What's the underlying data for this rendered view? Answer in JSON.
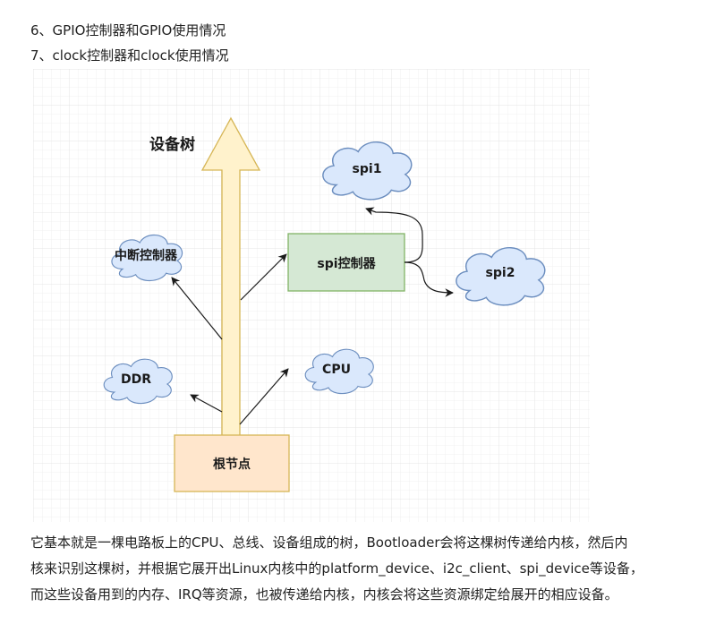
{
  "list": {
    "item6": "6、GPIO控制器和GPIO使用情况",
    "item7": "7、clock控制器和clock使用情况"
  },
  "diagram": {
    "title": "设备树",
    "root": "根节点",
    "spi_controller": "spi控制器",
    "nodes": {
      "spi1": "spi1",
      "spi2": "spi2",
      "interrupt_controller": "中断控制器",
      "ddr": "DDR",
      "cpu": "CPU"
    },
    "colors": {
      "cloud_fill": "#dae8fc",
      "cloud_stroke": "#6c8ebf",
      "arrow_fill": "#fff2cc",
      "arrow_stroke": "#d6b656",
      "spi_box_fill": "#d5e8d4",
      "spi_box_stroke": "#82b366",
      "root_fill": "#ffe6cc",
      "root_stroke": "#d6b656"
    }
  },
  "paragraph": {
    "line1": "它基本就是一棵电路板上的CPU、总线、设备组成的树，Bootloader会将这棵树传递给内核，然后内",
    "line2": "核来识别这棵树，并根据它展开出Linux内核中的platform_device、i2c_client、spi_device等设备，",
    "line3": "而这些设备用到的内存、IRQ等资源，也被传递给内核，内核会将这些资源绑定给展开的相应设备。"
  }
}
